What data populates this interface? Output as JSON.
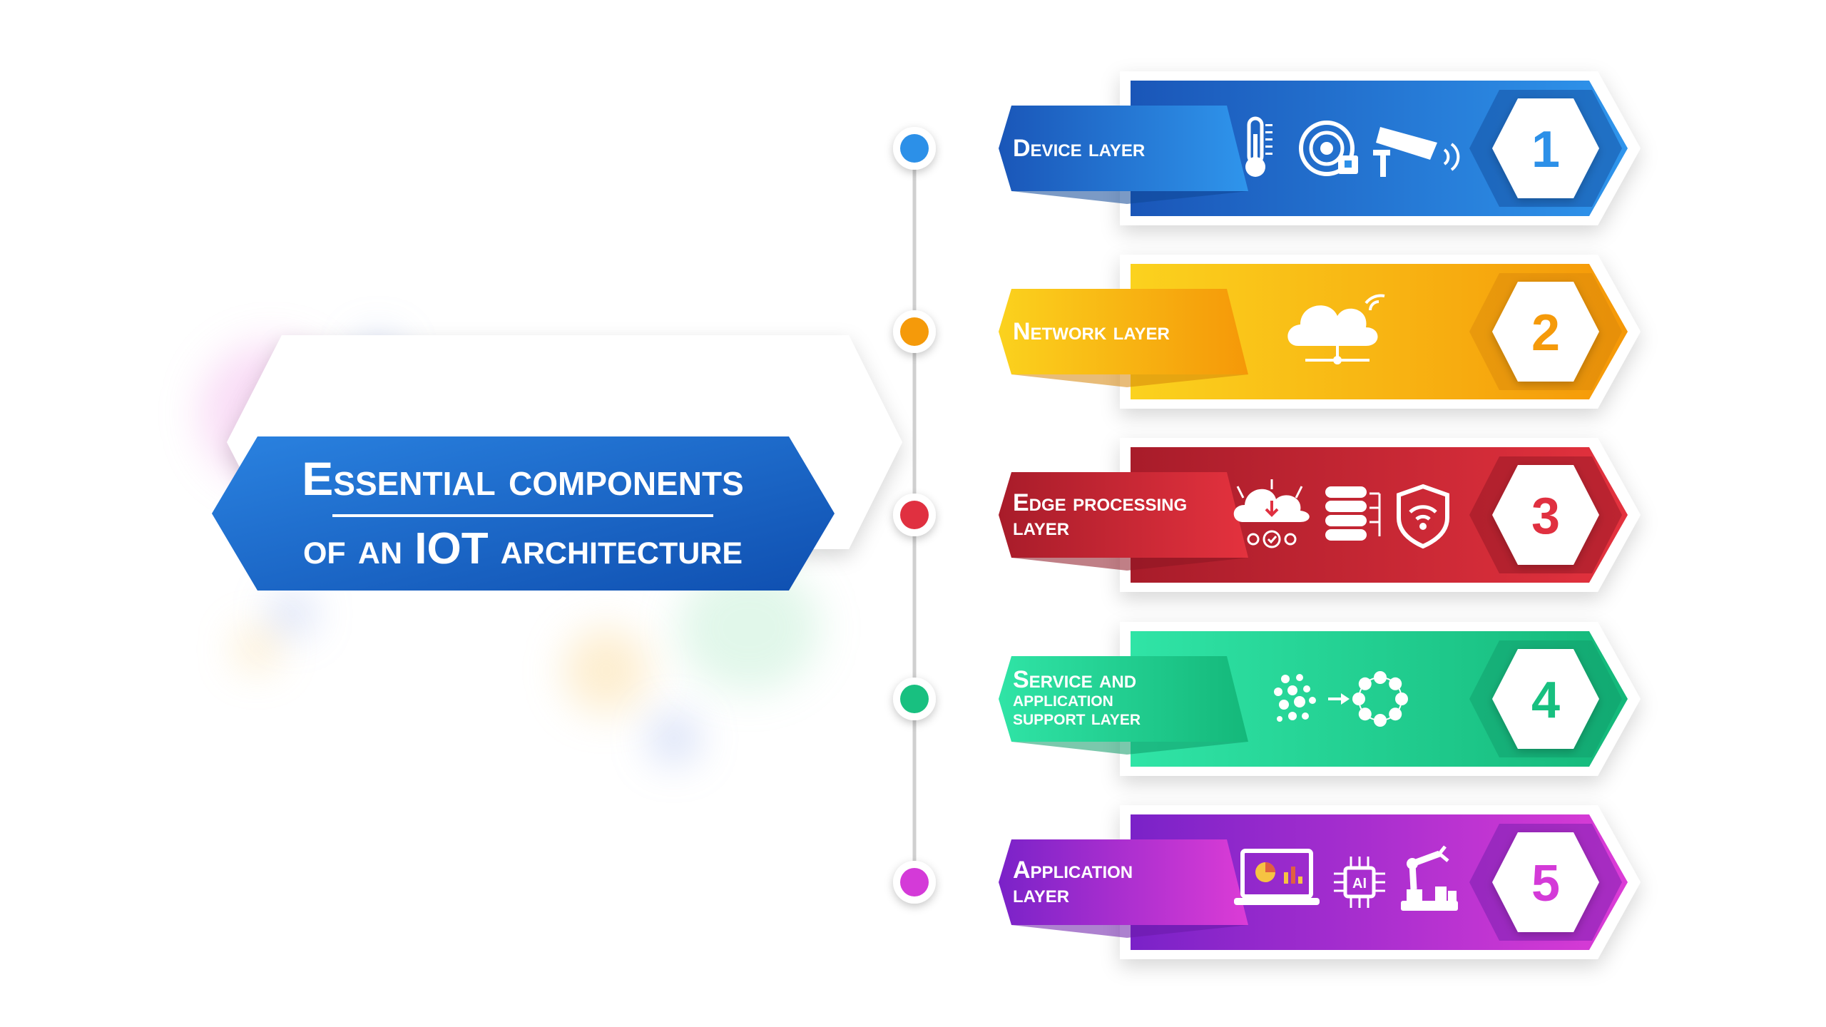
{
  "title": {
    "line1": "Essential components",
    "line2": "of an IOT architecture"
  },
  "colors": {
    "title_blue": "#1565c8",
    "timeline": "#d0d0d0"
  },
  "layers": [
    {
      "number": "1",
      "label_lines": [
        "Device layer"
      ],
      "color_start": "#1e63c4",
      "color_end": "#2c90e8",
      "dark": "#0f4796",
      "icons": [
        "thermometer-icon",
        "smoke-detector-icon",
        "security-camera-icon"
      ]
    },
    {
      "number": "2",
      "label_lines": [
        "Network layer"
      ],
      "color_start": "#f7c21a",
      "color_end": "#f59a0a",
      "dark": "#d6850a",
      "icons": [
        "cloud-wifi-icon"
      ]
    },
    {
      "number": "3",
      "label_lines": [
        "Edge processing",
        "layer"
      ],
      "color_start": "#b52030",
      "color_end": "#e03040",
      "dark": "#8c1522",
      "icons": [
        "cloud-process-icon",
        "database-icon",
        "wifi-shield-icon"
      ]
    },
    {
      "number": "4",
      "label_lines": [
        "Service and",
        "application",
        "support layer"
      ],
      "color_start": "#2ee0a0",
      "color_end": "#18c080",
      "dark": "#0f9a68",
      "icons": [
        "scatter-dots-icon",
        "arrow-right-icon",
        "circle-dots-icon"
      ]
    },
    {
      "number": "5",
      "label_lines": [
        "Application",
        "layer"
      ],
      "color_start": "#8a2ad0",
      "color_end": "#d43ad8",
      "dark": "#6a1aa8",
      "icons": [
        "laptop-chart-icon",
        "ai-chip-icon",
        "robot-arm-icon"
      ]
    }
  ]
}
